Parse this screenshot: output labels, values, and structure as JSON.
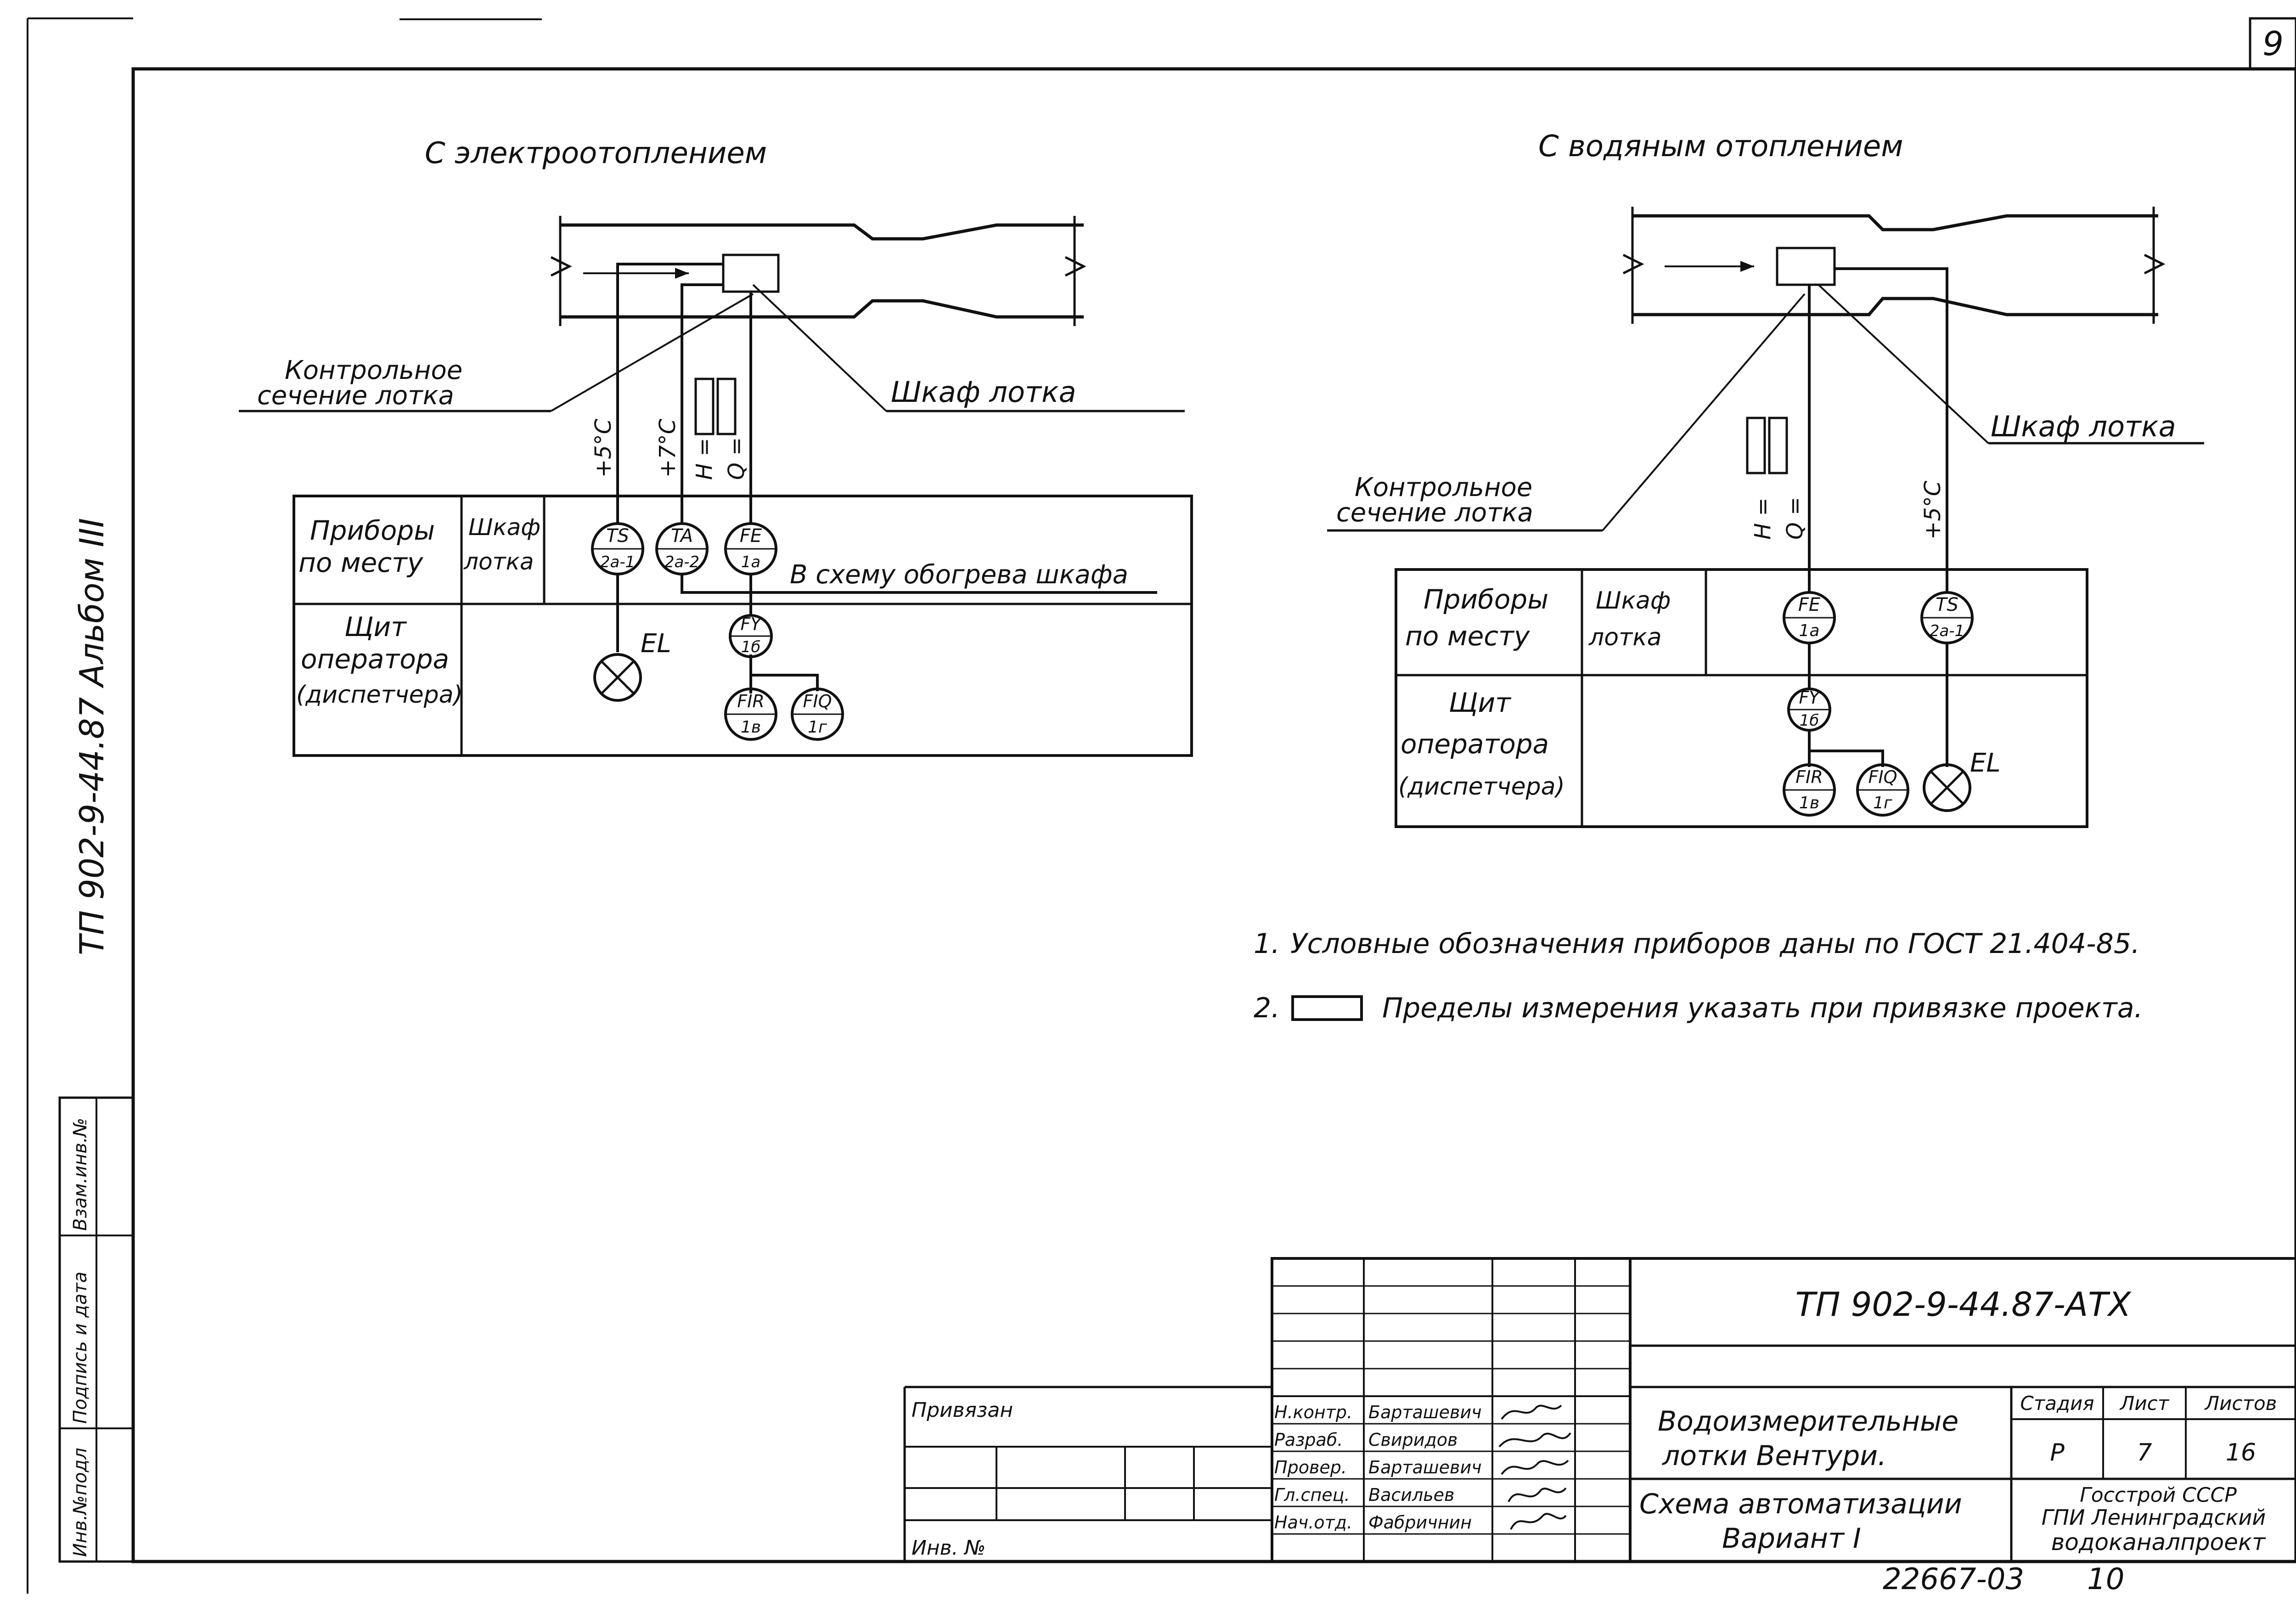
{
  "sheet": {
    "page_number": "9",
    "side_label": "ТП 902-9-44.87 Альбом III",
    "side_stamp": [
      "Инв.№подл",
      "Подпись и дата",
      "Взам.инв.№"
    ]
  },
  "left_scheme": {
    "title": "С электроотоплением",
    "callout_section": [
      "Контрольное",
      "сечение лотка"
    ],
    "callout_cabinet": "Шкаф лотка",
    "signals": [
      "+5°C",
      "+7°C",
      "H =",
      "Q ="
    ],
    "rows": [
      [
        "Приборы",
        "по месту"
      ],
      [
        "Щит",
        "оператора",
        "(диспетчера)"
      ]
    ],
    "column_header": [
      "Шкаф",
      "лотка"
    ],
    "instruments": [
      {
        "tag": "TS",
        "num": "2а-1"
      },
      {
        "tag": "TA",
        "num": "2а-2"
      },
      {
        "tag": "FE",
        "num": "1а"
      },
      {
        "tag": "FY",
        "num": "1б"
      },
      {
        "tag": "FIR",
        "num": "1в"
      },
      {
        "tag": "FIQ",
        "num": "1г"
      }
    ],
    "lamp_label": "EL",
    "heating_note": "В схему обогрева шкафа"
  },
  "right_scheme": {
    "title": "С водяным отоплением",
    "callout_section": [
      "Контрольное",
      "сечение лотка"
    ],
    "callout_cabinet": "Шкаф лотка",
    "signals": [
      "H =",
      "Q =",
      "+5°C"
    ],
    "rows": [
      [
        "Приборы",
        "по месту"
      ],
      [
        "Щит",
        "оператора",
        "(диспетчера)"
      ]
    ],
    "column_header": [
      "Шкаф",
      "лотка"
    ],
    "instruments": [
      {
        "tag": "FE",
        "num": "1а"
      },
      {
        "tag": "TS",
        "num": "2а-1"
      },
      {
        "tag": "FY",
        "num": "1б"
      },
      {
        "tag": "FIR",
        "num": "1в"
      },
      {
        "tag": "FIQ",
        "num": "1г"
      }
    ],
    "lamp_label": "EL"
  },
  "notes": [
    {
      "num": "1.",
      "text": "Условные обозначения приборов даны по ГОСТ 21.404-85."
    },
    {
      "num": "2.",
      "text": "Пределы измерения указать при привязке проекта."
    }
  ],
  "title_block": {
    "code": "ТП 902-9-44.87-АТХ",
    "attached": "Привязан",
    "inv": "Инв. №",
    "roles": [
      "Н.контр.",
      "Разраб.",
      "Провер.",
      "Гл.спец.",
      "Нач.отд."
    ],
    "names": [
      "Барташевич",
      "Свиридов",
      "Барташевич",
      "Васильев",
      "Фабричнин"
    ],
    "object_name": [
      "Водоизмерительные",
      "лотки Вентури."
    ],
    "sheet_name": [
      "Схема автоматизации",
      "Вариант I"
    ],
    "stage_header": "Стадия",
    "sheet_header": "Лист",
    "sheets_header": "Листов",
    "stage": "Р",
    "sheet": "7",
    "sheets": "16",
    "org": [
      "Госстрой СССР",
      "ГПИ Ленинградский",
      "водоканалпроект"
    ],
    "archive": "22667-03",
    "archive_sheet": "10"
  }
}
